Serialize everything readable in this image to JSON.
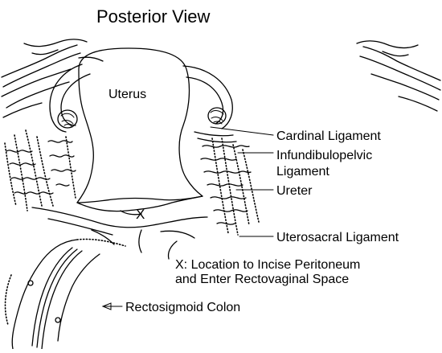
{
  "title": "Posterior View",
  "organ_label": "Uterus",
  "incision_marker": "X",
  "labels": {
    "cardinal": "Cardinal Ligament",
    "infundibulopelvic_1": "Infundibulopelvic",
    "infundibulopelvic_2": "Ligament",
    "ureter": "Ureter",
    "uterosacral": "Uterosacral Ligament",
    "note_1": "X: Location to Incise Peritoneum",
    "note_2": "and Enter Rectovaginal Space",
    "rectosigmoid": "Rectosigmoid Colon"
  }
}
